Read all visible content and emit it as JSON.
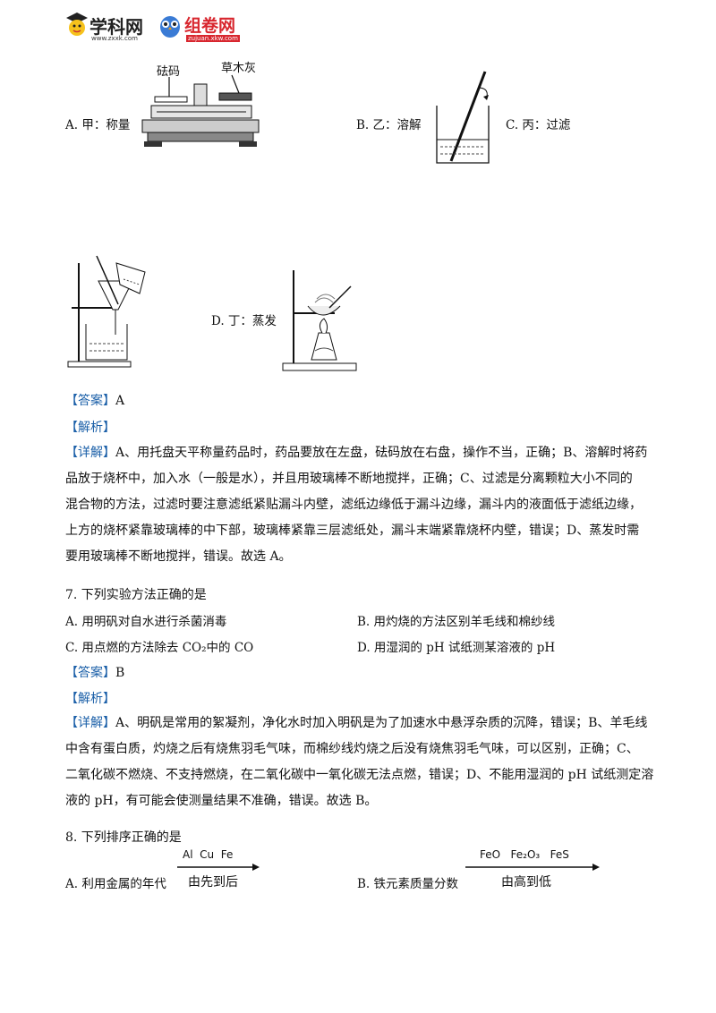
{
  "header": {
    "logo1_text": "学科网",
    "logo1_url": "www.zxxk.com",
    "logo2_text": "组卷网",
    "logo2_sub": "zujuan.xkw.com"
  },
  "q6": {
    "figure_labels": {
      "weight": "砝码",
      "ash": "草木灰"
    },
    "options": {
      "A": "A. 甲：称量",
      "B": "B. 乙：溶解",
      "C": "C. 丙：过滤",
      "D": "D. 丁：蒸发"
    },
    "answer_tag": "【答案】",
    "answer": "A",
    "analysis_tag": "【解析】",
    "detail_tag": "【详解】",
    "detail_lines": [
      "A、用托盘天平称量药品时，药品要放在左盘，砝码放在右盘，操作不当，正确；B、溶解时将药",
      "品放于烧杯中，加入水（一般是水），并且用玻璃棒不断地搅拌，正确；C、过滤是分离颗粒大小不同的",
      "混合物的方法，过滤时要注意滤纸紧贴漏斗内壁，滤纸边缘低于漏斗边缘，漏斗内的液面低于滤纸边缘，",
      "上方的烧杯紧靠玻璃棒的中下部，玻璃棒紧靠三层滤纸处，漏斗末端紧靠烧杯内壁，错误；D、蒸发时需",
      "要用玻璃棒不断地搅拌，错误。故选 A。"
    ]
  },
  "q7": {
    "stem": "7. 下列实验方法正确的是",
    "options": {
      "A": "A. 用明矾对自水进行杀菌消毒",
      "B": "B. 用灼烧的方法区别羊毛线和棉纱线",
      "C": "C. 用点燃的方法除去 CO₂中的 CO",
      "D": "D. 用湿润的 pH 试纸测某溶液的 pH"
    },
    "answer_tag": "【答案】",
    "answer": "B",
    "analysis_tag": "【解析】",
    "detail_tag": "【详解】",
    "detail_lines": [
      "A、明矾是常用的絮凝剂，净化水时加入明矾是为了加速水中悬浮杂质的沉降，错误；B、羊毛线",
      "中含有蛋白质，灼烧之后有烧焦羽毛气味，而棉纱线灼烧之后没有烧焦羽毛气味，可以区别，正确；C、",
      "二氧化碳不燃烧、不支持燃烧，在二氧化碳中一氧化碳无法点燃，错误；D、不能用湿润的 pH 试纸测定溶",
      "液的 pH，有可能会使测量结果不准确，错误。故选 B。"
    ]
  },
  "q8": {
    "stem": "8. 下列排序正确的是",
    "optA_label": "A. 利用金属的年代",
    "optA_top": "Al  Cu  Fe",
    "optA_bottom": "由先到后",
    "optB_label": "B. 铁元素质量分数",
    "optB_top": "FeO   Fe₂O₃   FeS",
    "optB_bottom": "由高到低"
  }
}
